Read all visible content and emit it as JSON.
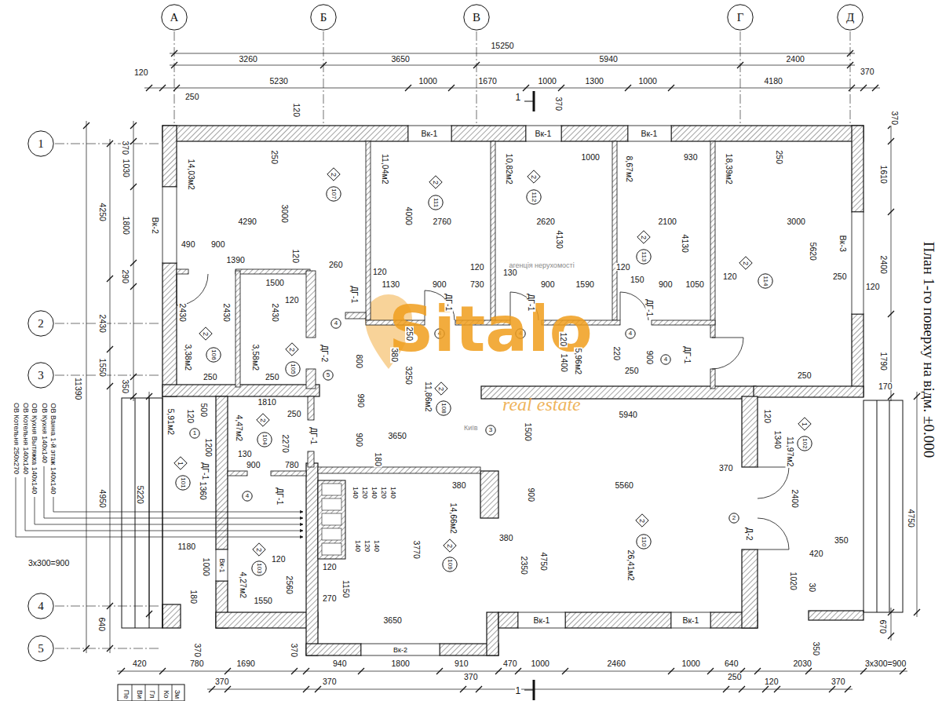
{
  "diagram": {
    "title": "План 1-го поверху на відм. ±0.000",
    "nodes": [
      {
        "text": [
          "А"
        ]
      },
      {
        "text": [
          "Б"
        ]
      },
      {
        "text": [
          "В"
        ]
      },
      {
        "text": [
          "Г"
        ]
      },
      {
        "text": [
          "Д"
        ]
      },
      {
        "text": [
          "1"
        ]
      },
      {
        "text": [
          "2"
        ]
      },
      {
        "text": [
          "3"
        ]
      },
      {
        "text": [
          "4"
        ]
      },
      {
        "text": [
          "5"
        ]
      },
      {
        "text": [
          "2"
        ]
      },
      {
        "text": [
          "107"
        ]
      },
      {
        "text": [
          "2"
        ]
      },
      {
        "text": [
          "111"
        ]
      },
      {
        "text": [
          "2"
        ]
      },
      {
        "text": [
          "112"
        ]
      },
      {
        "text": [
          "2"
        ]
      },
      {
        "text": [
          "113"
        ]
      },
      {
        "text": [
          "2"
        ]
      },
      {
        "text": [
          "114"
        ]
      },
      {
        "text": [
          "2"
        ]
      },
      {
        "text": [
          "106"
        ]
      },
      {
        "text": [
          "2"
        ]
      },
      {
        "text": [
          "105"
        ]
      },
      {
        "text": [
          "4"
        ]
      },
      {
        "text": [
          "4"
        ]
      },
      {
        "text": [
          "4"
        ]
      },
      {
        "text": [
          "4"
        ]
      },
      {
        "text": [
          "4"
        ]
      },
      {
        "text": [
          "5"
        ]
      },
      {
        "text": [
          "2"
        ]
      },
      {
        "text": [
          "108"
        ]
      },
      {
        "text": [
          "2"
        ]
      },
      {
        "text": [
          "104"
        ]
      },
      {
        "text": [
          "1"
        ]
      },
      {
        "text": [
          "101"
        ]
      },
      {
        "text": [
          "1"
        ]
      },
      {
        "text": [
          "4"
        ]
      },
      {
        "text": [
          "2"
        ]
      },
      {
        "text": [
          "103"
        ]
      },
      {
        "text": [
          "3"
        ]
      },
      {
        "text": [
          "2"
        ]
      },
      {
        "text": [
          "109"
        ]
      },
      {
        "text": [
          "2"
        ]
      },
      {
        "text": [
          "110"
        ]
      },
      {
        "text": [
          "2"
        ]
      },
      {
        "text": [
          "1"
        ]
      },
      {
        "text": [
          "102"
        ]
      }
    ],
    "labels": [
      "15250",
      "3260",
      "3650",
      "5940",
      "2400",
      "120",
      "5230",
      "1000",
      "1670",
      "1000",
      "1300",
      "1000",
      "4180",
      "370",
      "250",
      "120",
      "370",
      "370",
      "370",
      "1030",
      "1800",
      "4250",
      "290",
      "2430",
      "1550",
      "350",
      "11390",
      "4950",
      "5220",
      "3x300=900",
      "1180",
      "1000",
      "1360",
      "180",
      "640",
      "370",
      "420",
      "780",
      "1690",
      "370",
      "940",
      "1800",
      "910",
      "470",
      "1000",
      "2460",
      "1000",
      "640",
      "2030",
      "3x300=900",
      "350",
      "370",
      "370",
      "370",
      "250",
      "120",
      "370",
      "1610",
      "2400",
      "1790",
      "170",
      "120",
      "250",
      "Вк-3",
      "4750",
      "670",
      "14,03м2",
      "250",
      "3000",
      "4290",
      "Вк-2",
      "490",
      "900",
      "1390",
      "120",
      "260",
      "1500",
      "120",
      "11,04м2",
      "4000",
      "2760",
      "120",
      "1130",
      "900",
      "120",
      "730",
      "250",
      "380",
      "10,82м2",
      "1000",
      "2620",
      "4130",
      "130",
      "900",
      "1590",
      "120",
      "1400",
      "5,96м2",
      "120",
      "8,67м2",
      "930",
      "2100",
      "4130",
      "150",
      "900",
      "1050",
      "220",
      "250",
      "900",
      "18,39м2",
      "250",
      "3000",
      "5620",
      "120",
      "250",
      "2430",
      "2430",
      "3,38м2",
      "250",
      "3,58м2",
      "2430",
      "250",
      "ДГ-1",
      "ДГ-1",
      "ДГ-1",
      "ДГ-1",
      "ДГ-1",
      "ДГ-2",
      "800",
      "990",
      "900",
      "180",
      "3250",
      "11,86м2",
      "4,47м2",
      "1810",
      "250",
      "2270",
      "500",
      "120",
      "1200",
      "130",
      "900",
      "780",
      "ДГ-1",
      "ДГ-1",
      "ДГ-1",
      "3650",
      "1500",
      "5,91м2",
      "Вк-1",
      "4,27м2",
      "1550",
      "120",
      "2560",
      "120",
      "1150",
      "270",
      "3650",
      "140",
      "120",
      "140",
      "120",
      "140",
      "140",
      "120",
      "140",
      "ОВ Ванна 1-й этаж 140х140",
      "ОВ Кухня 140х140",
      "ОВ Кухня Вытяжка 140х140",
      "ОВ Котельня 140х140",
      "ОВ Котельня 250х270",
      "14,66м2",
      "3770",
      "380",
      "380",
      "2350",
      "900",
      "4750",
      "26,41м2",
      "5940",
      "5560",
      "370",
      "Д-2",
      "Вк-1",
      "Вк-1",
      "Вк-2",
      "11,97м2",
      "120",
      "1340",
      "2400",
      "1020",
      "350",
      "420",
      "30",
      "Вк-1",
      "Вк-1",
      "Вк-1",
      "Sitalo",
      "агенція нерухомості",
      "real estate",
      "Київ",
      "Пе",
      "Ви",
      "Гл",
      "Ко",
      "Зм",
      "1",
      "1"
    ]
  }
}
